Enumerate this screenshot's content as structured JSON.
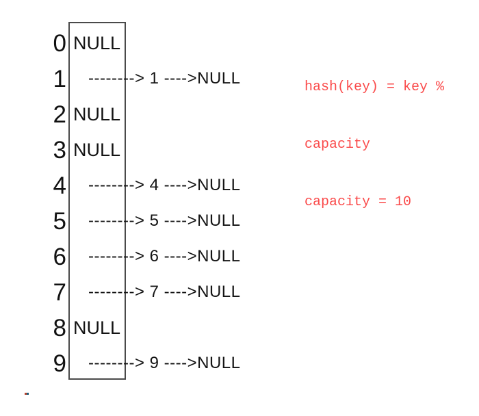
{
  "diagram": {
    "description": "hash table with separate chaining, capacity 10",
    "buckets": [
      {
        "index": "0",
        "value": null,
        "display": "NULL"
      },
      {
        "index": "1",
        "value": "1",
        "display": "--------> 1 ---->NULL"
      },
      {
        "index": "2",
        "value": null,
        "display": "NULL"
      },
      {
        "index": "3",
        "value": null,
        "display": "NULL"
      },
      {
        "index": "4",
        "value": "4",
        "display": "--------> 4 ---->NULL"
      },
      {
        "index": "5",
        "value": "5",
        "display": "--------> 5 ---->NULL"
      },
      {
        "index": "6",
        "value": "6",
        "display": "--------> 6 ---->NULL"
      },
      {
        "index": "7",
        "value": "7",
        "display": "--------> 7 ---->NULL"
      },
      {
        "index": "8",
        "value": null,
        "display": "NULL"
      },
      {
        "index": "9",
        "value": "9",
        "display": "--------> 9 ---->NULL"
      }
    ],
    "note": {
      "lines": [
        "hash(key) = key %",
        "capacity",
        "capacity = 10"
      ],
      "color": "#fa4b4b"
    },
    "colors": {
      "background": "#ffffff",
      "text": "#111111",
      "box_border": "#4a4a4a"
    }
  }
}
